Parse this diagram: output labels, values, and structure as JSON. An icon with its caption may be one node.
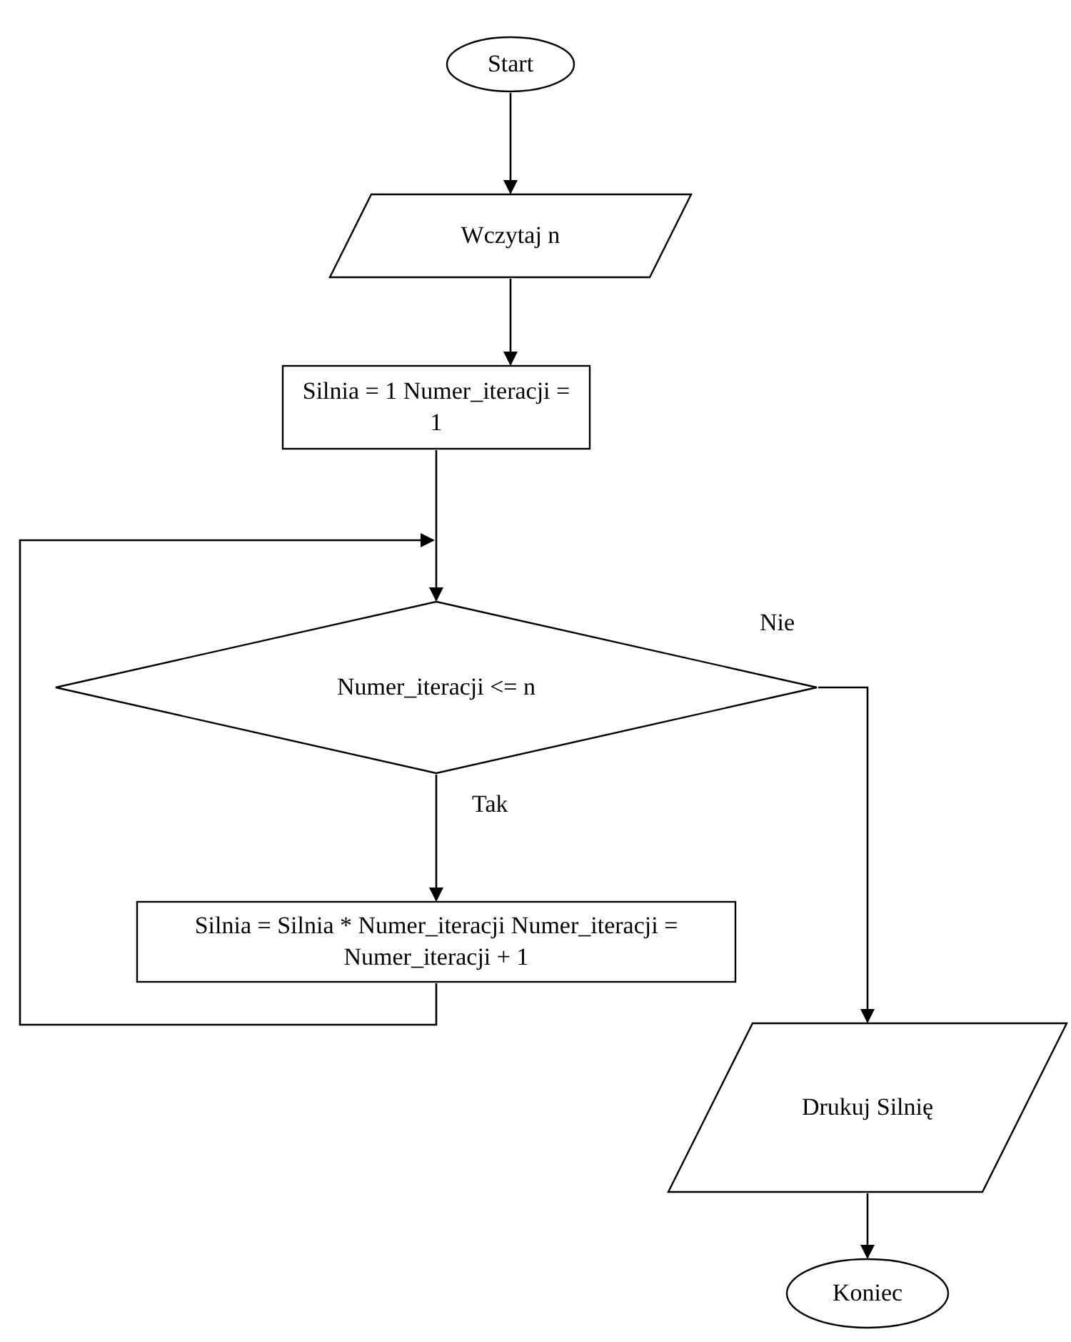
{
  "diagram": {
    "nodes": [
      {
        "text": [
          "Start"
        ]
      },
      {
        "text": [
          "Wczytaj n"
        ]
      },
      {
        "text": [
          "Silnia = 1 Numer_iteracji = 1"
        ]
      },
      {
        "text": [
          "Numer_iteracji <= n"
        ]
      },
      {
        "text": [
          "Silnia = Silnia * Numer_iteracji Numer_iteracji = Numer_iteracji + 1"
        ]
      },
      {
        "text": [
          "Drukuj Silnię"
        ]
      },
      {
        "text": [
          "Koniec"
        ]
      }
    ],
    "edges": [
      {
        "from": 0,
        "to": 1,
        "arrow": "to"
      },
      {
        "from": 1,
        "to": 2,
        "arrow": "to"
      },
      {
        "from": 2,
        "to": 3,
        "arrow": "to"
      },
      {
        "from": 3,
        "to": 4,
        "arrow": "to",
        "label": "Tak"
      },
      {
        "from": 4,
        "to": 3,
        "arrow": "to"
      },
      {
        "from": 3,
        "to": 5,
        "arrow": "to",
        "label": "Nie"
      },
      {
        "from": 5,
        "to": 6,
        "arrow": "to"
      }
    ]
  }
}
